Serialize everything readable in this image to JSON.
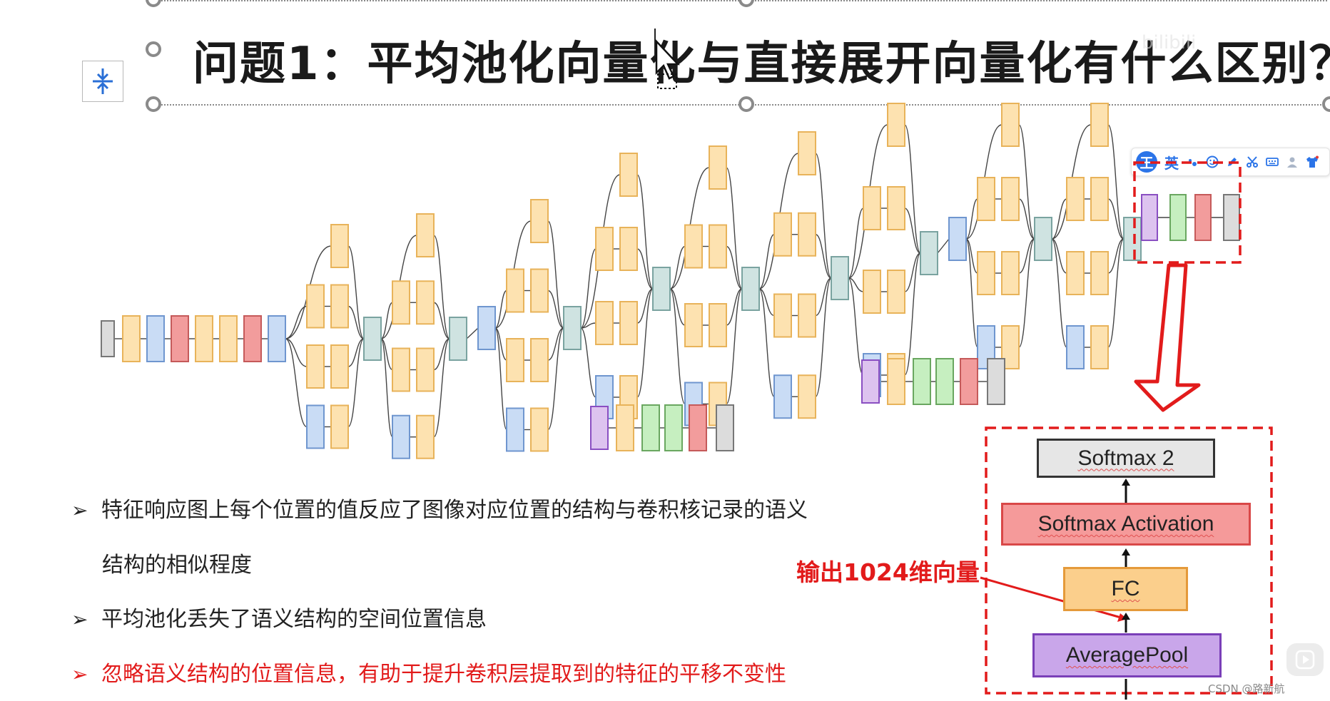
{
  "title": "问题1：平均池化向量化与直接展开向量化有什么区别？",
  "watermark": "bilibili",
  "ime_toolbar": {
    "badge": "王",
    "mode": "英",
    "icons": [
      "dot-icon",
      "emoji-icon",
      "pen-icon",
      "scissors-icon",
      "keyboard-icon",
      "user-icon",
      "shirt-icon"
    ]
  },
  "bullets": [
    {
      "text": "特征响应图上每个位置的值反应了图像对应位置的结构与卷积核记录的语义",
      "continuation": "结构的相似程度",
      "color": "#222222"
    },
    {
      "text": "平均池化丢失了语义结构的空间位置信息",
      "color": "#222222"
    },
    {
      "text": "忽略语义结构的位置信息，有助于提升卷积层提取到的特征的平移不变性",
      "color": "#e21b1b"
    }
  ],
  "zoom_detail": {
    "annotation": "输出1024维向量",
    "layers": [
      {
        "label": "Softmax 2",
        "fill": "#e6e6e6",
        "border": "#333333"
      },
      {
        "label": "Softmax Activation",
        "fill": "#f59a9a",
        "border": "#d94848"
      },
      {
        "label": "FC",
        "fill": "#fbcf8c",
        "border": "#e59a3a"
      },
      {
        "label": "AveragePool",
        "fill": "#c9a6ea",
        "border": "#7a3fb8"
      }
    ]
  },
  "footer": {
    "credit": "CSDN @路新航"
  },
  "colors": {
    "conv": "#fde2b0",
    "conv_border": "#e8b35a",
    "pool": "#c9dcf5",
    "pool_border": "#6f96cf",
    "norm": "#f29c9c",
    "norm_border": "#c55a5a",
    "concat": "#cfe3e1",
    "concat_border": "#7aa3a0",
    "fc": "#c6efc0",
    "fc_border": "#6aa760",
    "avgpool": "#ddc3ef",
    "avgpool_border": "#8a4fc2",
    "output": "#dcdcdc",
    "output_border": "#777777",
    "highlight": "#e21b1b"
  }
}
